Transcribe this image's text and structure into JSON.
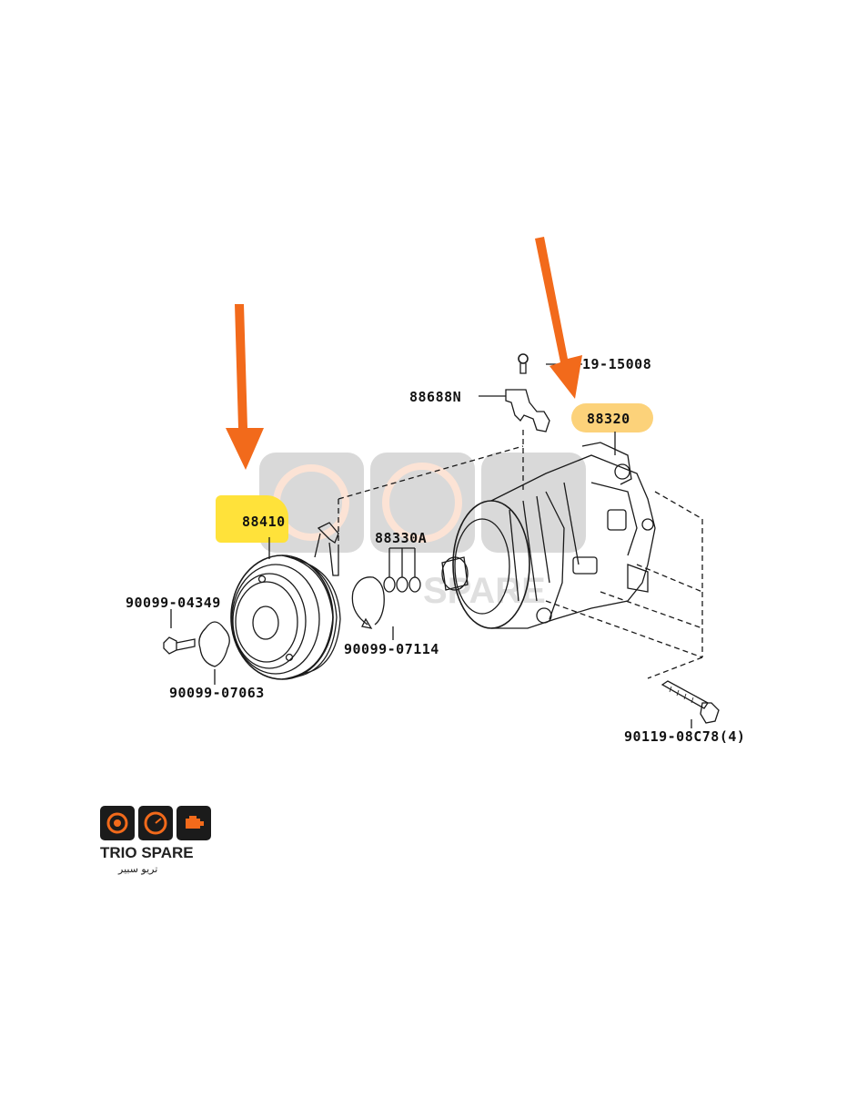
{
  "labels": {
    "p19_15008": "19-15008",
    "p88688N": "88688N",
    "p88320": "88320",
    "p88410": "88410",
    "p88330A": "88330A",
    "p90099_04349": "90099-04349",
    "p90099_07114": "90099-07114",
    "p90099_07063": "90099-07063",
    "p90119_08C78": "90119-08C78(4)"
  },
  "logo": {
    "brand": "TRIO SPARE",
    "arabic": "تريو سبير"
  },
  "colors": {
    "arrow": "#f26a1b",
    "highlight_88410": "#ffe23a",
    "highlight_88320": "#fcd27a",
    "logo_orange": "#f26a1b",
    "line": "#1a1a1a"
  }
}
